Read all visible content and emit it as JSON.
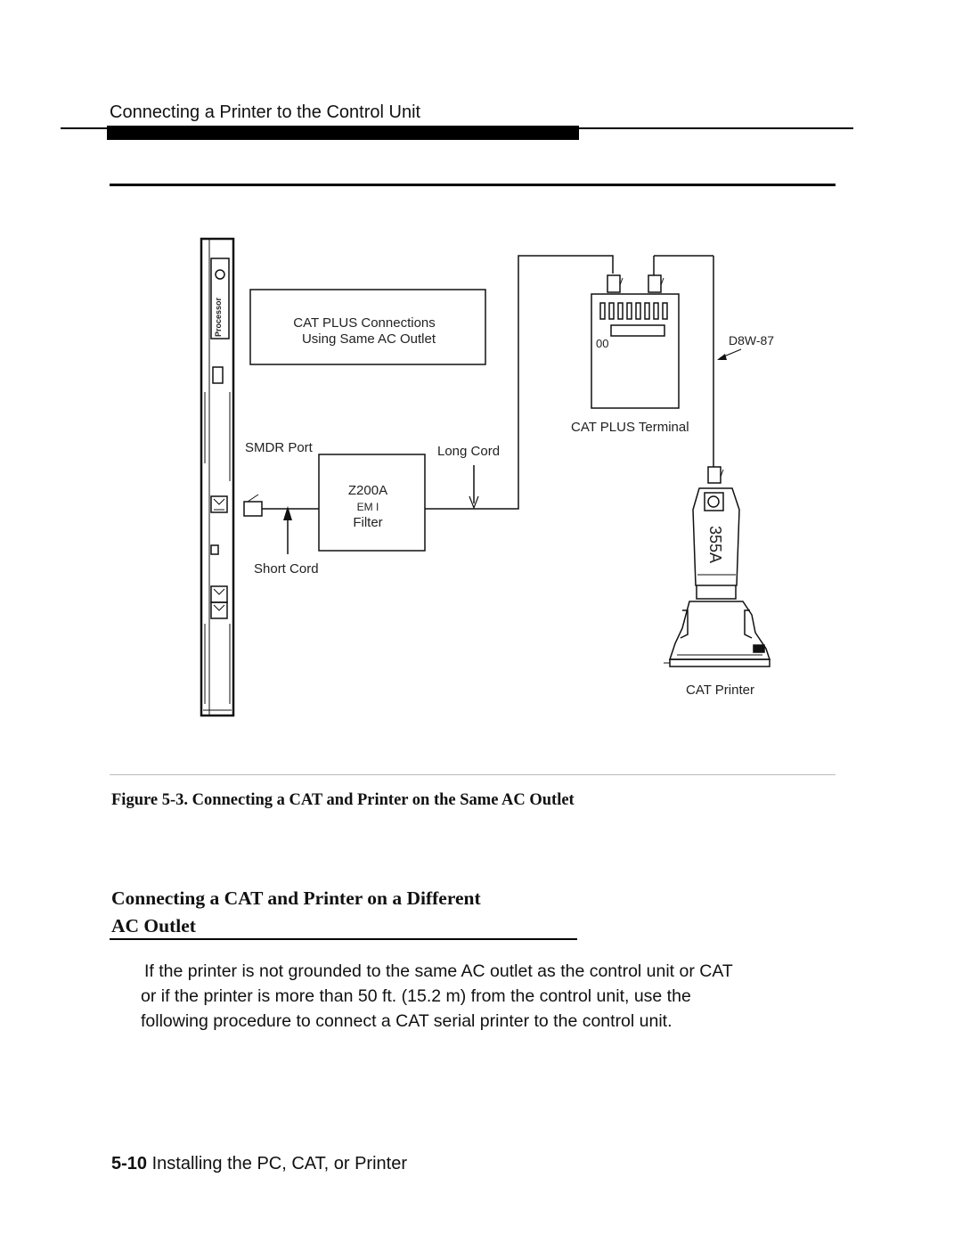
{
  "header": {
    "running_title": "Connecting a Printer to the Control Unit"
  },
  "figure": {
    "box_label_line1": "CAT PLUS Connections",
    "box_label_line2": "Using Same AC Outlet",
    "processor_label": "Processor",
    "smdr_port": "SMDR Port",
    "long_cord": "Long Cord",
    "short_cord": "Short Cord",
    "filter_line1": "Z200A",
    "filter_line2": "EM I",
    "filter_line3": "Filter",
    "terminal_label": "CAT PLUS Terminal",
    "terminal_digits": "00",
    "cord_label": "D8W-87",
    "adapter_label": "355A",
    "printer_label": "CAT Printer",
    "caption": "Figure 5-3. Connecting a CAT and Printer on the Same AC Outlet"
  },
  "section": {
    "title_line1": "Connecting a CAT and Printer on a Different",
    "title_line2": "AC Outlet",
    "body_line1": "If the printer is not grounded to the same AC outlet as the control unit or CAT",
    "body_line2": "or if the printer is more than 50 ft. (15.2 m) from the control unit, use the",
    "body_line3": "following procedure to connect a CAT serial printer to the control unit."
  },
  "footer": {
    "page_number": "5-10",
    "chapter_title": "Installing the PC, CAT, or Printer"
  }
}
